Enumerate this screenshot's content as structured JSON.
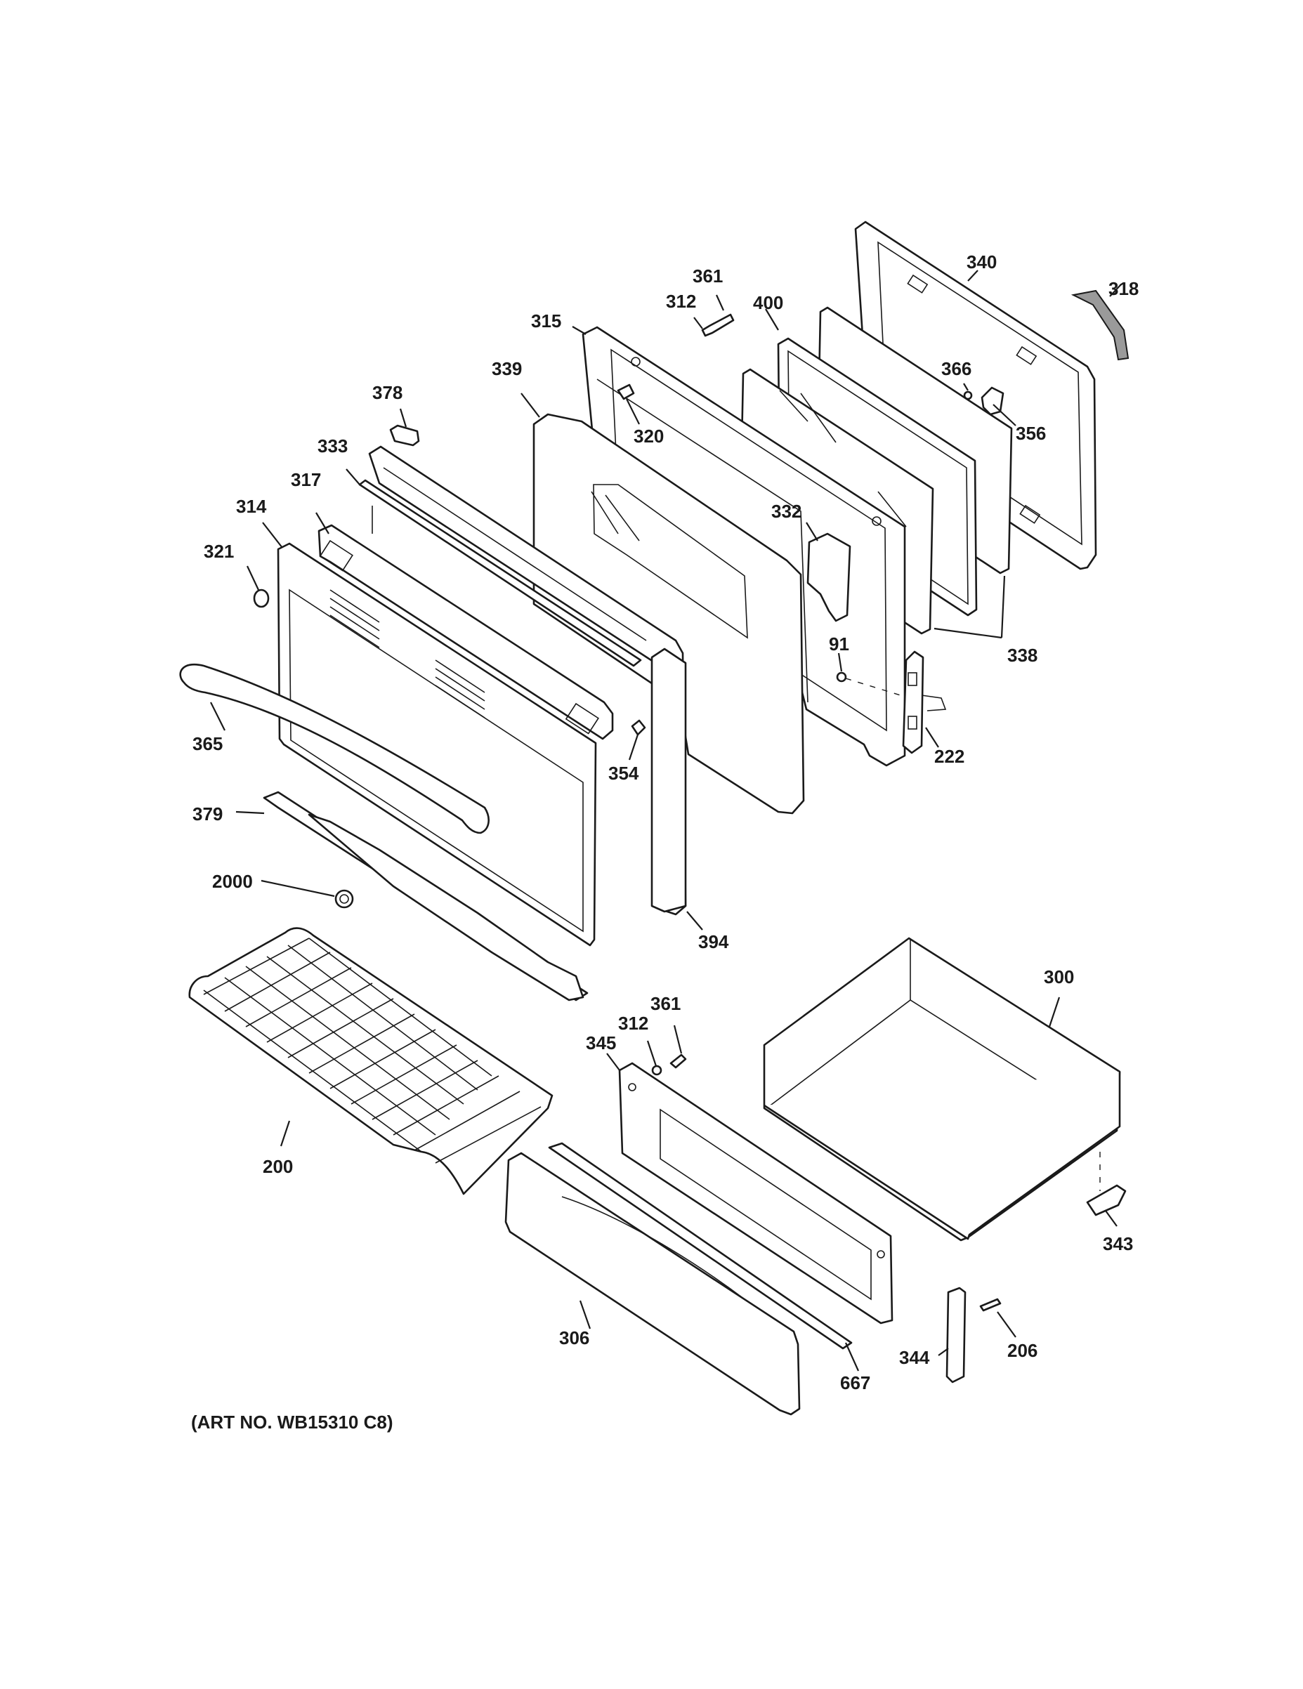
{
  "callouts": [
    {
      "id": "361a",
      "label": "361"
    },
    {
      "id": "312a",
      "label": "312"
    },
    {
      "id": "315",
      "label": "315"
    },
    {
      "id": "400",
      "label": "400"
    },
    {
      "id": "340",
      "label": "340"
    },
    {
      "id": "318",
      "label": "318"
    },
    {
      "id": "339",
      "label": "339"
    },
    {
      "id": "378",
      "label": "378"
    },
    {
      "id": "320",
      "label": "320"
    },
    {
      "id": "366",
      "label": "366"
    },
    {
      "id": "356",
      "label": "356"
    },
    {
      "id": "333",
      "label": "333"
    },
    {
      "id": "317",
      "label": "317"
    },
    {
      "id": "314",
      "label": "314"
    },
    {
      "id": "332",
      "label": "332"
    },
    {
      "id": "321",
      "label": "321"
    },
    {
      "id": "338",
      "label": "338"
    },
    {
      "id": "91",
      "label": "91"
    },
    {
      "id": "365",
      "label": "365"
    },
    {
      "id": "354",
      "label": "354"
    },
    {
      "id": "222",
      "label": "222"
    },
    {
      "id": "379",
      "label": "379"
    },
    {
      "id": "2000",
      "label": "2000"
    },
    {
      "id": "394",
      "label": "394"
    },
    {
      "id": "300",
      "label": "300"
    },
    {
      "id": "361b",
      "label": "361"
    },
    {
      "id": "312b",
      "label": "312"
    },
    {
      "id": "345",
      "label": "345"
    },
    {
      "id": "200",
      "label": "200"
    },
    {
      "id": "343",
      "label": "343"
    },
    {
      "id": "306",
      "label": "306"
    },
    {
      "id": "206",
      "label": "206"
    },
    {
      "id": "344",
      "label": "344"
    },
    {
      "id": "667",
      "label": "667"
    }
  ],
  "art_number": "(ART NO. WB15310 C8)"
}
